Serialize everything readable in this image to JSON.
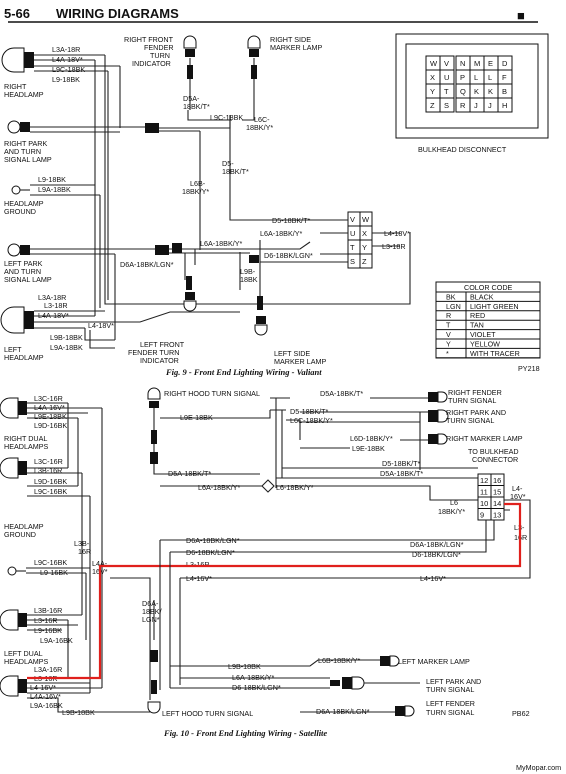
{
  "header": {
    "page": "5-66",
    "title": "WIRING DIAGRAMS",
    "bullet": "■"
  },
  "fig9": {
    "caption": "Fig. 9 - Front End Lighting Wiring - Valiant",
    "code": "PY218",
    "wires": {
      "l3a": "L3A-18R",
      "l4a": "L4A-18V*",
      "l9c": "L9C-18BK",
      "l9": "L9-18BK",
      "d5a": "D5A-",
      "d5a2": "18BK/T*",
      "l9c2": "L9C-18BK",
      "l6c": "L6C-",
      "l6c2": "18BK/Y*",
      "d5": "D5-",
      "d52": "18BK/T*",
      "l6b": "L6B-",
      "l6b2": "18BK/Y*",
      "l9a": "L9A-18BK",
      "d5b": "D5-18BK/T*",
      "l418": "L4-18V*",
      "l6a": "L6A-18BK/Y*",
      "d6": "D6-18BK/LGN*",
      "l318": "L3-18R",
      "d6a": "D6A-18BK/LGN*",
      "l9b": "L9B-",
      "l9b2": "18BK",
      "l3a2": "L3A-18R",
      "l318b": "L3-18R",
      "l4a2": "L4A-18V*",
      "l418b": "L4-18V*",
      "l9b3": "L9B-18BK",
      "l9a2": "L9A-18BK"
    },
    "labels": {
      "right_headlamp": [
        "RIGHT",
        "HEADLAMP"
      ],
      "right_park": [
        "RIGHT PARK",
        "AND TURN",
        "SIGNAL LAMP"
      ],
      "headlamp_ground": [
        "HEADLAMP",
        "GROUND"
      ],
      "left_park": [
        "LEFT PARK",
        "AND TURN",
        "SIGNAL LAMP"
      ],
      "left_headlamp": [
        "LEFT",
        "HEADLAMP"
      ],
      "rf_fender": [
        "RIGHT FRONT",
        "FENDER",
        "TURN",
        "INDICATOR"
      ],
      "right_marker": [
        "RIGHT SIDE",
        "MARKER LAMP"
      ],
      "lf_fender": [
        "LEFT FRONT",
        "FENDER TURN",
        "INDICATOR"
      ],
      "left_marker": [
        "LEFT SIDE",
        "MARKER LAMP"
      ],
      "bulkhead": "BULKHEAD DISCONNECT"
    },
    "bulkhead_cells": [
      [
        "W",
        "V",
        "E",
        "D"
      ],
      [
        "X",
        "U",
        "L",
        "F"
      ],
      [
        "Y",
        "T",
        "K",
        "B"
      ],
      [
        "Z",
        "S",
        "J",
        "H"
      ]
    ],
    "bulkhead_mid": [
      [
        "N",
        "M"
      ],
      [
        "P",
        "L"
      ],
      [
        "Q",
        "K"
      ],
      [
        "R",
        "J"
      ]
    ],
    "connector": [
      [
        "V",
        "W"
      ],
      [
        "U",
        "X"
      ],
      [
        "T",
        "Y"
      ],
      [
        "S",
        "Z"
      ]
    ],
    "color_code": {
      "title": "COLOR CODE",
      "rows": [
        [
          "BK",
          "BLACK"
        ],
        [
          "LGN",
          "LIGHT GREEN"
        ],
        [
          "R",
          "RED"
        ],
        [
          "T",
          "TAN"
        ],
        [
          "V",
          "VIOLET"
        ],
        [
          "Y",
          "YELLOW"
        ],
        [
          "*",
          "WITH TRACER"
        ]
      ]
    }
  },
  "fig10": {
    "caption": "Fig. 10 - Front End Lighting Wiring - Satellite",
    "code": "PB62",
    "wires": {
      "l3c": "L3C-16R",
      "l4a": "L4A-16V*",
      "l9e": "L9E-18BK",
      "l9d": "L9D-16BK",
      "l3c2": "L3C-16R",
      "l3b": "L3B-16R",
      "l9d2": "L9D-16BK",
      "l9c": "L9C-16BK",
      "l9c2": "L9C-16BK",
      "l9": "L9-16BK",
      "l3b2": "L3B-16R",
      "l3": "L3-16R",
      "l9a": "L9-16BK",
      "l9a16": "L9A-16BK",
      "l3a": "L3A-16R",
      "l3r": "L3-16R",
      "l416": "L4-16V*",
      "l4a2": "L4A-16V*",
      "l9a3": "L9A-16BK",
      "l9b": "L9B-18BK",
      "l3b3": "L3B-",
      "l3b4": "16R",
      "l4v": "L4A-",
      "l4v2": "16V*",
      "d5a": "D5A-18BK/T*",
      "l9e2": "L9E-18BK",
      "d5": "D5-18BK/T*",
      "l6c": "L6C-18BK/Y*",
      "l6d": "L6D-18BK/Y*",
      "l9e3": "L9E-18BK",
      "d5b": "D5-18BK/T*",
      "d5a2": "D5A-18BK/T*",
      "l6a": "L6A-18BK/Y*",
      "l6": "L6-18BK/Y*",
      "l6b": "L6",
      "l6b2": "18BK/Y*",
      "d6a": "D6A-18BK/LGN*",
      "d6": "D6-18BK/LGN*",
      "l316": "L3-16R",
      "l416b": "L4-16V*",
      "d6a2": "D6A-18BK/LGN*",
      "d62": "D6-18BK/LGN*",
      "l4": "L4-",
      "l42": "16V*",
      "l3c3": "L3-",
      "l3c4": "16R",
      "d6av": "D6A-",
      "d6av2": "18BK/",
      "d6av3": "LGN*",
      "l9b2": "L9B-18BK",
      "l6a2": "L6A-18BK/Y*",
      "d62b": "D6-18BK/LGN*",
      "l6b3": "L6B-18BK/Y*",
      "d6a3": "D6A-18BK/LGN*"
    },
    "labels": {
      "right_dual": [
        "RIGHT DUAL",
        "HEADLAMPS"
      ],
      "headlamp_ground": [
        "HEADLAMP",
        "GROUND"
      ],
      "left_dual": [
        "LEFT DUAL",
        "HEADLAMPS"
      ],
      "right_hood": "RIGHT HOOD TURN SIGNAL",
      "right_fender": [
        "RIGHT FENDER",
        "TURN SIGNAL"
      ],
      "right_park": [
        "RIGHT PARK AND",
        "TURN SIGNAL"
      ],
      "right_marker": "RIGHT MARKER LAMP",
      "to_bulkhead": [
        "TO BULKHEAD",
        "CONNECTOR"
      ],
      "left_marker": "LEFT MARKER LAMP",
      "left_park": [
        "LEFT PARK AND",
        "TURN SIGNAL"
      ],
      "left_fender": [
        "LEFT FENDER",
        "TURN SIGNAL"
      ],
      "left_hood": "LEFT HOOD TURN SIGNAL"
    },
    "connector": [
      [
        "12",
        "16"
      ],
      [
        "11",
        "15"
      ],
      [
        "10",
        "14"
      ],
      [
        "9",
        "13"
      ]
    ]
  },
  "watermark": "MyMopar.com"
}
